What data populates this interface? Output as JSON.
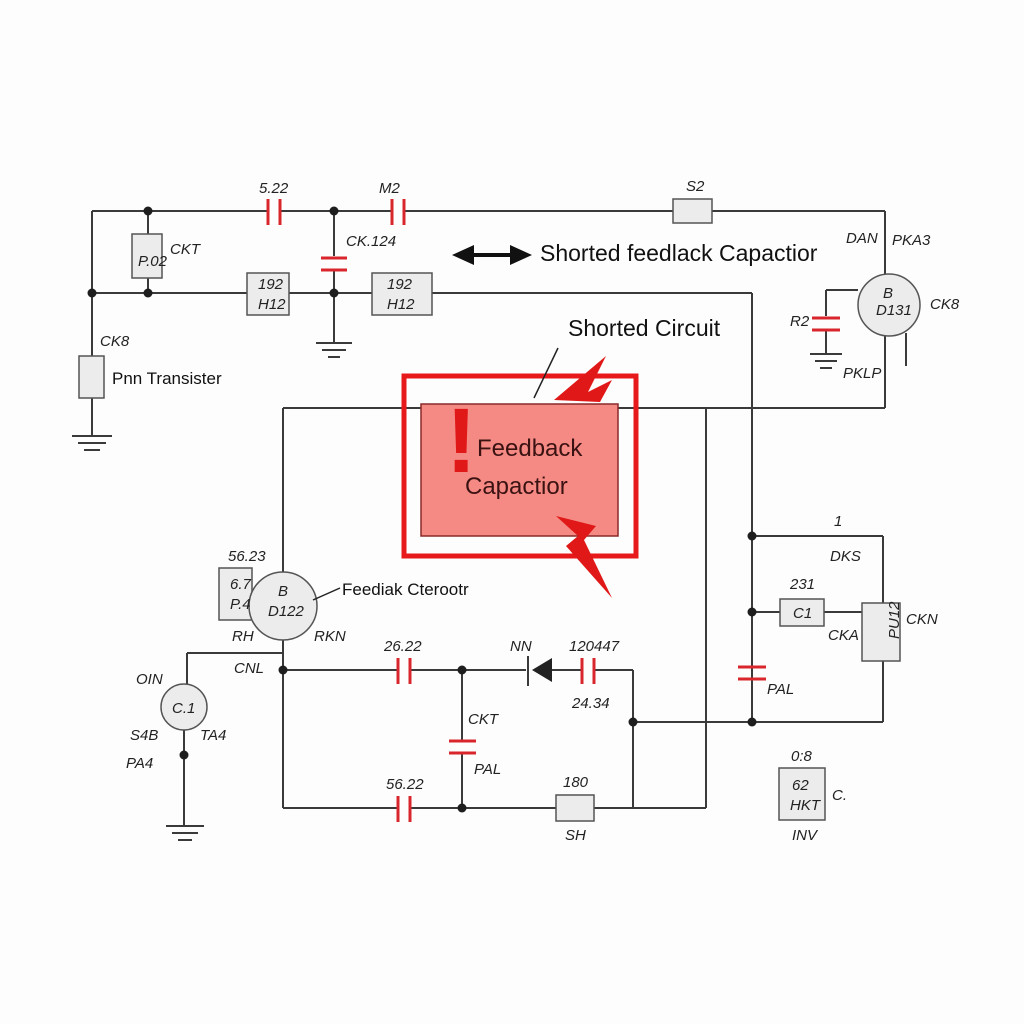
{
  "colors": {
    "background": "#fdfdfd",
    "wire": "#3a3a3a",
    "capacitor": "#d9262c",
    "highlight_fill": "#f58a84",
    "highlight_border": "#e8191b"
  },
  "annotations": {
    "shorted_feedback": "Shorted feedlack Capactior",
    "shorted_circuit": "Shorted Circuit",
    "feedback_line1": "Feedback",
    "feedback_line2": "Capactior",
    "exclamation": "!",
    "feedback_pointer": "Feediak Cterootr",
    "transistor_label": "Pnn Transister"
  },
  "labels": {
    "top_cap1": "5.22",
    "top_cap2": "M2",
    "top_res": "S2",
    "res_left": "P.02",
    "ckt1": "CKT",
    "ck124": "CK.124",
    "box1_l1": "192",
    "box1_l2": "H12",
    "box2_l1": "192",
    "box2_l2": "H12",
    "ck8": "CK8",
    "dan": "DAN",
    "pka3": "PKA3",
    "d131_l1": "B",
    "d131_l2": "D131",
    "ck8b": "CK8",
    "r2": "R2",
    "pklp": "PKLP",
    "t5623": "56.23",
    "box67_l1": "6.7",
    "box67_l2": "P.4",
    "d122_l1": "B",
    "d122_l2": "D122",
    "rh": "RH",
    "rkn": "RKN",
    "cnl": "CNL",
    "oin": "OIN",
    "c1": "C.1",
    "ta4": "TA4",
    "s4b": "S4B",
    "pa4": "PA4",
    "c2622": "26.22",
    "nn": "NN",
    "c120447": "120447",
    "c2434": "24.34",
    "ckt2": "CKT",
    "pal": "PAL",
    "c5622": "56.22",
    "r180": "180",
    "sh": "SH",
    "one": "1",
    "dks": "DKS",
    "r231": "231",
    "box_c1": "C1",
    "ckn_a": "CKA",
    "ic_l": "PU12",
    "ckn": "CKN",
    "pal2": "PAL",
    "b6_8": "0:8",
    "box62_l1": "62",
    "box62_l2": "HKT",
    "c_dot": "C.",
    "inv": "INV"
  }
}
